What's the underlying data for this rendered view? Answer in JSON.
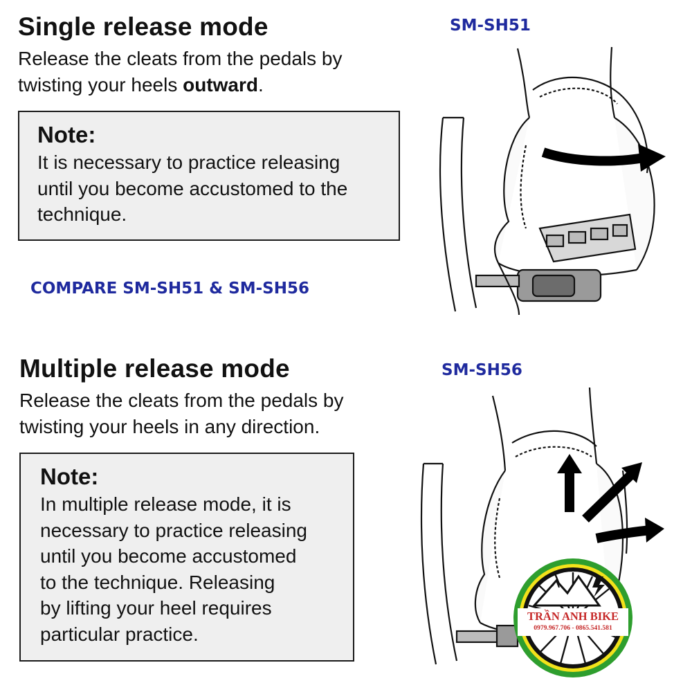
{
  "single": {
    "title": "Single release mode",
    "desc_1": "Release the cleats from the pedals by",
    "desc_2_pre": "twisting your heels ",
    "desc_2_bold": "outward",
    "desc_2_post": ".",
    "note_title": "Note:",
    "note_lines": [
      "It is necessary to practice releasing",
      "until you become accustomed to the",
      "technique."
    ],
    "model_label": "SM-SH51"
  },
  "compare_label": "COMPARE SM-SH51 & SM-SH56",
  "multiple": {
    "title": "Multiple release mode",
    "desc_lines": [
      "Release the cleats from the pedals by",
      "twisting your heels in any direction."
    ],
    "note_title": "Note:",
    "note_lines": [
      "In multiple release mode, it is",
      "necessary to practice releasing",
      "until you become accustomed",
      "to the technique. Releasing",
      "by lifting your heel requires",
      "particular practice."
    ],
    "model_label": "SM-SH56"
  },
  "logo": {
    "shop_name": "TRẦN ANH BIKE",
    "phones": "0979.967.706 - 0865.541.581",
    "colors": {
      "outer_ring": "#2e9e2e",
      "inner_ring": "#f2e21b",
      "name": "#c62828",
      "phones": "#c62828"
    }
  },
  "icons": {
    "top_illustration": "shoe-pedal-outward-arrow-illustration",
    "bottom_illustration": "shoe-pedal-multi-direction-arrows-illustration",
    "logo_badge": "bicycle-wheel-mountain-logo"
  }
}
